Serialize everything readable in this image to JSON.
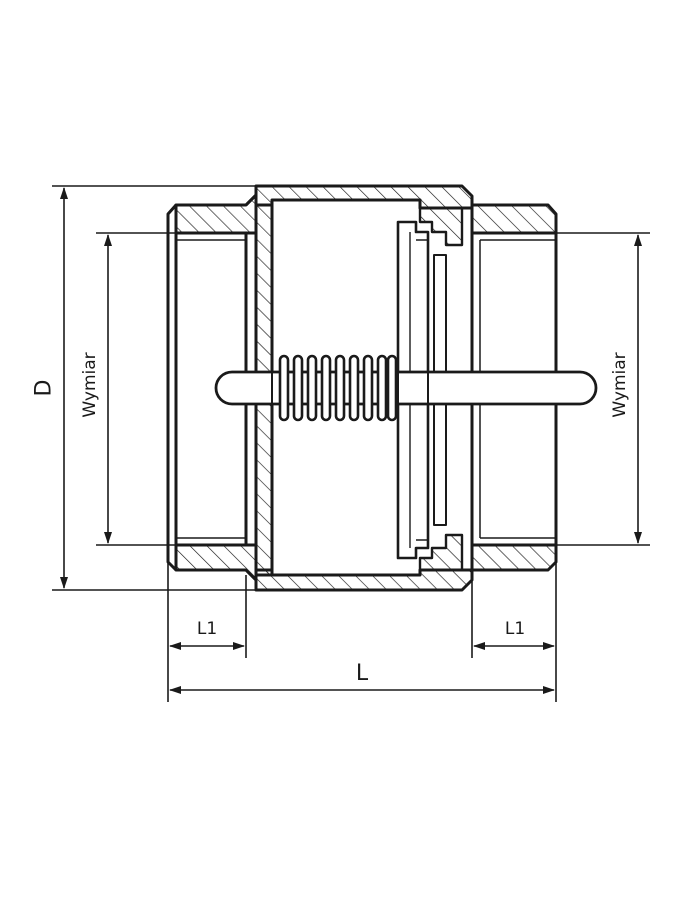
{
  "labels": {
    "diameter": "D",
    "size_left": "Wymiar",
    "size_right": "Wymiar",
    "thread_left": "L1",
    "thread_right": "L1",
    "length": "L"
  },
  "colors": {
    "line": "#1a1a1a",
    "background": "#ffffff"
  }
}
